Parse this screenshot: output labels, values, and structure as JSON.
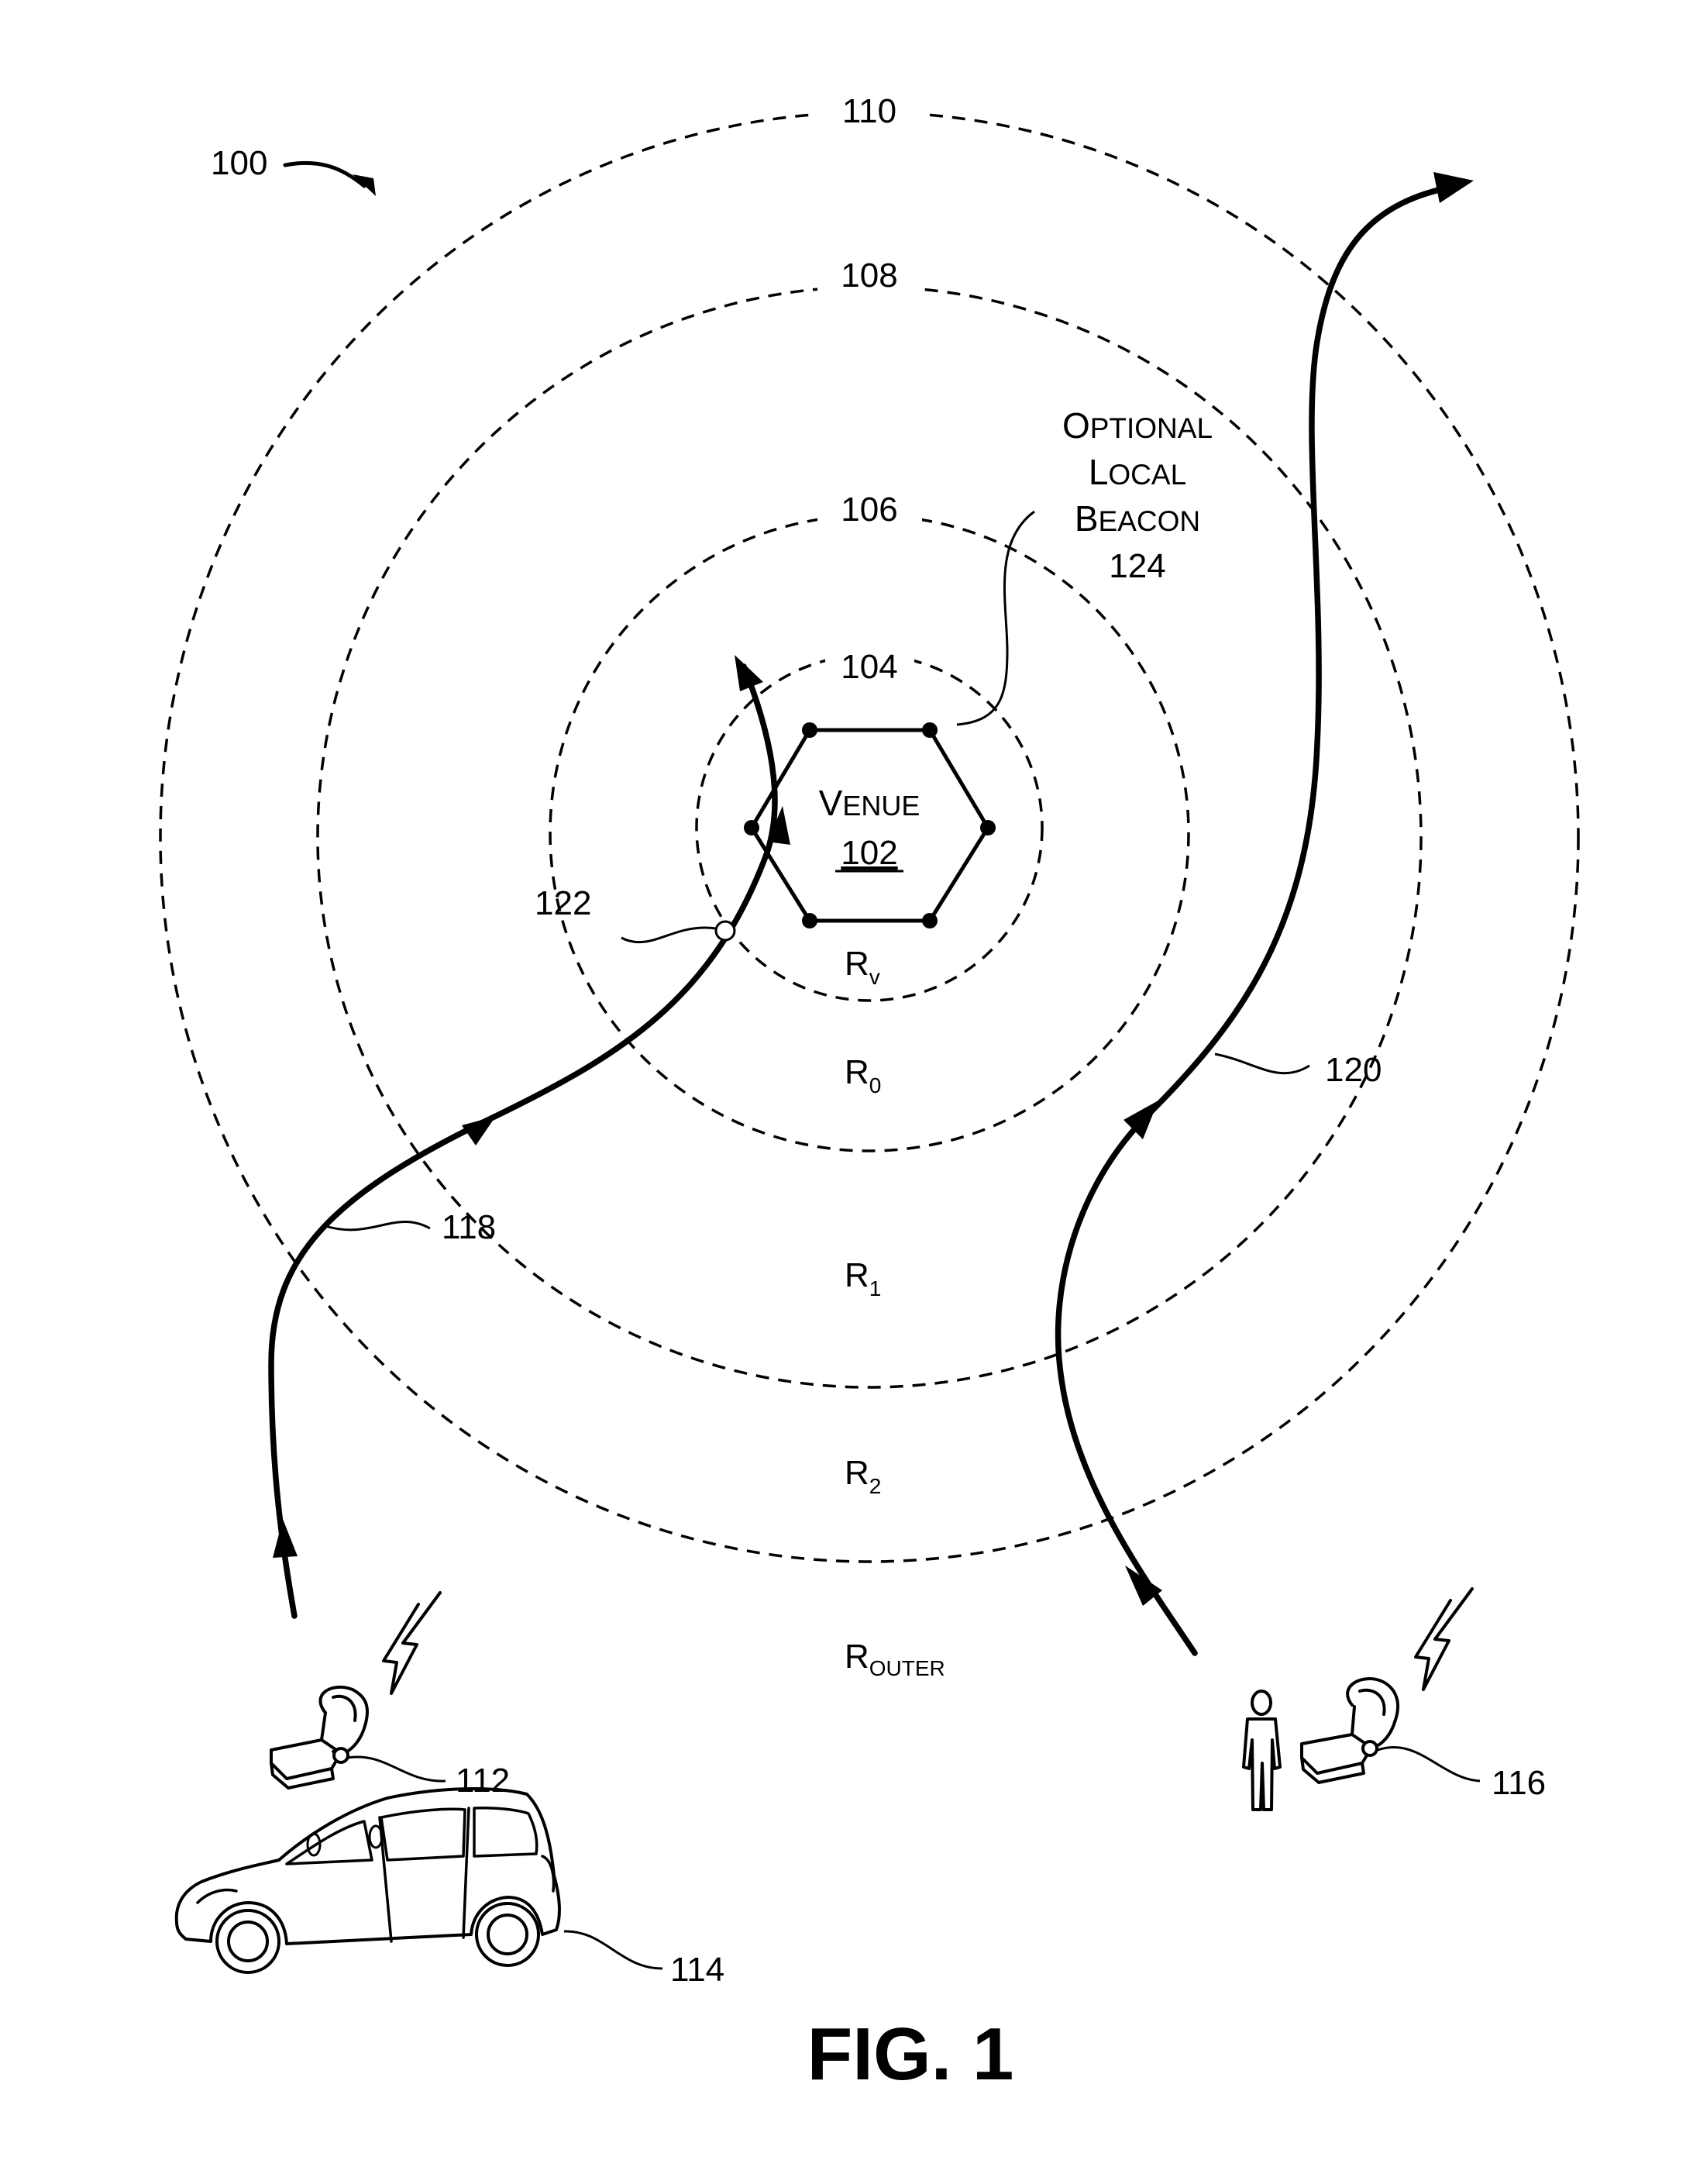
{
  "figure": {
    "ref_numeral": "100",
    "caption": "FIG. 1"
  },
  "rings": [
    {
      "id": "110",
      "label": "110"
    },
    {
      "id": "108",
      "label": "108"
    },
    {
      "id": "106",
      "label": "106"
    },
    {
      "id": "104",
      "label": "104"
    }
  ],
  "venue": {
    "name": "Venue",
    "number": "102"
  },
  "beacon": {
    "line1": "Optional",
    "line2": "Local",
    "line3": "Beacon",
    "number": "124"
  },
  "regions": {
    "rv": {
      "main": "R",
      "sub": "V"
    },
    "r0": {
      "main": "R",
      "sub": "0"
    },
    "r1": {
      "main": "R",
      "sub": "1"
    },
    "r2": {
      "main": "R",
      "sub": "2"
    },
    "outer": {
      "main": "R",
      "sub": "OUTER"
    }
  },
  "paths": {
    "vehicle_path": "118",
    "person_path": "120",
    "crossing_point": "122"
  },
  "devices": {
    "device_112": "112",
    "vehicle_114": "114",
    "device_116": "116"
  },
  "colors": {
    "ink": "#000000",
    "background": "#ffffff"
  }
}
